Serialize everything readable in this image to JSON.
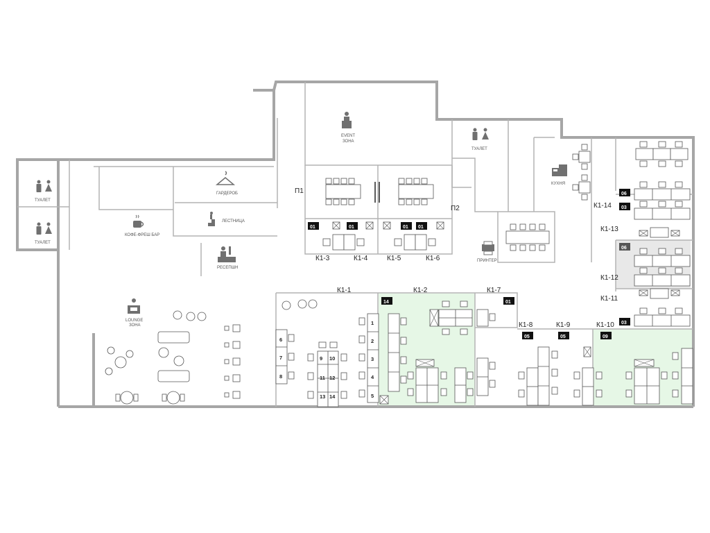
{
  "plan": {
    "highlight_color": "#e6f7e6",
    "selected_color": "#e8e8e8",
    "rooms": {
      "k1_1": "К1-1",
      "k1_2": "К1-2",
      "k1_3": "К1-3",
      "k1_4": "К1-4",
      "k1_5": "К1-5",
      "k1_6": "К1-6",
      "k1_7": "К1-7",
      "k1_8": "К1-8",
      "k1_9": "К1-9",
      "k1_10": "К1-10",
      "k1_11": "К1-11",
      "k1_12": "К1-12",
      "k1_13": "К1-13",
      "k1_14": "К1-14",
      "p1": "П1",
      "p2": "П2"
    },
    "zones": {
      "toilet_left_1": "ТУАЛЕТ",
      "toilet_left_2": "ТУАЛЕТ",
      "toilet_top": "ТУАЛЕТ",
      "coffee": "КОФЕ-ФРЕШ БАР",
      "wardrobe": "ГАРДЕРОБ",
      "stairs": "ЛЕСТНИЦА",
      "reception": "РЕСЕПШН",
      "event_1": "EVENT",
      "event_2": "ЗОНА",
      "kitchen": "КУХНЯ",
      "printer": "ПРИНТЕР",
      "lounge_1": "LOUNGE",
      "lounge_2": "ЗОНА"
    },
    "badges": {
      "b_k1_3": "01",
      "b_k1_4": "01",
      "b_k1_5": "01",
      "b_k1_6": "01",
      "b_k1_2": "14",
      "b_k1_7": "01",
      "b_k1_8": "05",
      "b_k1_9": "05",
      "b_k1_10": "09",
      "b_k1_14": "06",
      "b_k1_13": "03",
      "b_k1_12": "06",
      "b_k1_11": "03"
    },
    "seat_numbers": [
      "1",
      "2",
      "3",
      "4",
      "5",
      "6",
      "7",
      "8",
      "9",
      "10",
      "11",
      "12",
      "13",
      "14"
    ]
  }
}
